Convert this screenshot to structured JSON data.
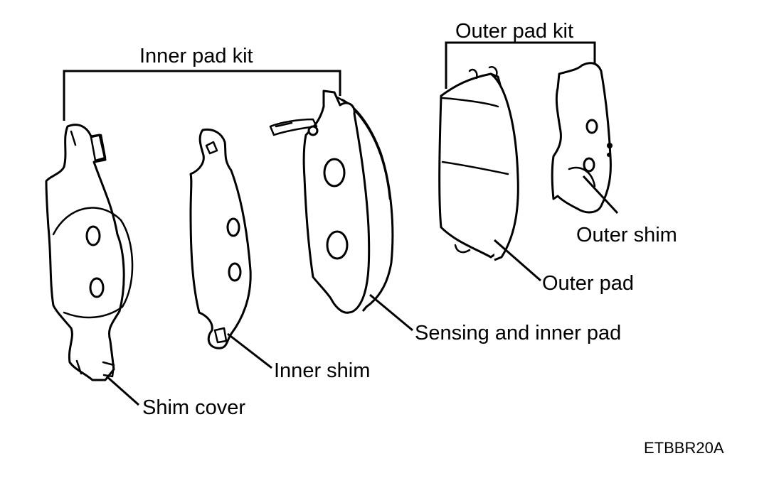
{
  "labels": {
    "inner_pad_kit": "Inner pad kit",
    "outer_pad_kit": "Outer pad kit",
    "outer_shim": "Outer shim",
    "outer_pad": "Outer pad",
    "sensing_inner_pad": "Sensing and inner pad",
    "inner_shim": "Inner shim",
    "shim_cover": "Shim cover"
  },
  "figure_code": "ETBBR20A"
}
